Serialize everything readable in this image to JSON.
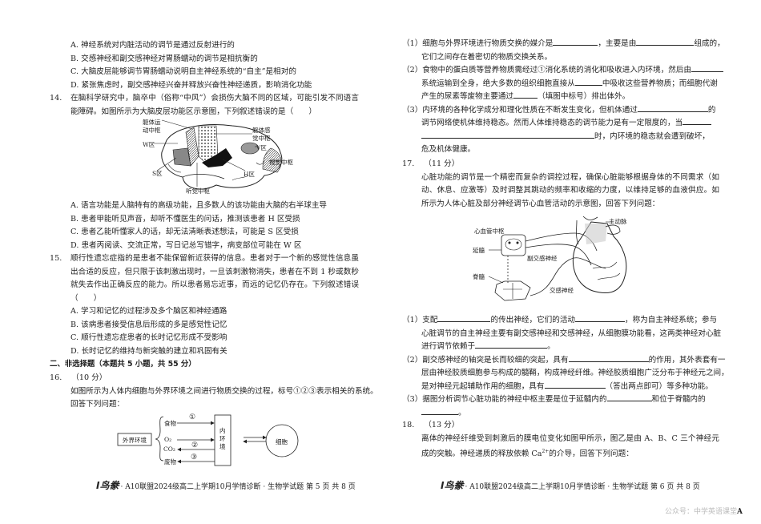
{
  "left_page": {
    "q13_options": [
      "A. 神经系统对内脏活动的调节是通过反射进行的",
      "B. 交感神经和副交感神经对胃肠蠕动的调节是相抗衡的",
      "C. 大脑皮层能够调节胃肠蠕动说明自主神经系统的“自主”是相对的",
      "D. 紧张焦虑时，副交感神经兴奋并释放兴奋性神经递质，影响消化功能"
    ],
    "q14_number": "14.",
    "q14_lines": [
      "在脑科学研究中，脑卒中（俗称“中风”）会损伤大脑不同的区域，可能引发不同语言功",
      "能障碍。如图所示为大脑皮层功能区示意图，下列叙述错误的是（　　）"
    ],
    "brain_labels": {
      "motor": [
        "躯体运",
        "动中枢"
      ],
      "sensory": [
        "躯体感",
        "觉中枢"
      ],
      "w": "W区",
      "v": "V区",
      "visual": "视觉中枢",
      "s": "S区",
      "h": "H区",
      "auditory": "听觉中枢"
    },
    "q14_options": [
      "A. 语言功能是人脑特有的高级功能，且多数人的该功能由大脑的右半球主导",
      "B. 患者甲能听见声音，却听不懂医生的问话，推测该患者 H 区受损",
      "C. 患者乙能听懂家人的话，却无法清晰表述想法，可能是 S 区受损",
      "D. 患者丙阅读、交流正常，写日记总写错字，病变部位可能在 W 区"
    ],
    "q15_number": "15.",
    "q15_lines": [
      "顺行性遗忘症指的是患者不能保留新近获得的信息。患者对于一个新的感觉性信息虽能作",
      "出合适的反应，但只限于该刺激出现时，一旦该刺激物消失，患者在不到 1 秒或数秒钟内",
      "就失去作出正确反应的能力。所以患者易忘近事，而远的记忆仍存在。下列叙述错误的是",
      "（　　）"
    ],
    "q15_options": [
      "A. 学习和记忆的过程涉及多个脑区和神经通路",
      "B. 该病患者接受信息后形成的多是感觉性记忆",
      "C. 顺行性遗忘症患者的长时记忆形成不受影响",
      "D. 长时记忆的维持与新突触的建立和巩固有关"
    ],
    "section2_title": "二、非选择题（本题共 5 小题，共 55 分）",
    "q16_number": "16.",
    "q16_score": "（10 分）",
    "q16_lines": [
      "如图所示为人体内细胞与外界环境之间进行物质交换的过程，标号①②③表示相关的系统。",
      "回答下列问题："
    ],
    "flow": {
      "outside": "外界环境",
      "food": "食物",
      "o2": "O₂",
      "co2": "CO₂",
      "waste": "废物",
      "m1": "①",
      "m2": "②",
      "m3": "③",
      "inner": [
        "内",
        "环",
        "境"
      ],
      "cell": "细胞"
    },
    "footer": {
      "logo_text": "I 鸟豢",
      "text": "· A10联盟2024级高二上学期10月学情诊断 · 生物学试题  第 5 页  共 8 页"
    }
  },
  "right_page": {
    "q16_sub1": [
      "（1）细胞与外界环境进行物质交换的媒介是",
      "，主要是由",
      "组成的，",
      "它们之间存在着密切的物质交换关系。"
    ],
    "q16_sub2": [
      "（2）食物中的蛋白质等营养物质需经过①消化系统的消化和吸收进入内环境，然后由",
      "系统运输到全身，绝大多数的组织细胞直接从",
      "中吸收这些营养物质；而细胞代谢",
      "产生的尿素等废物主要通过",
      "（填图中标号）排出体外。"
    ],
    "q16_sub3": [
      "（3）内环境的各种化学成分和理化性质在不断发生变化，但机体通过",
      "的",
      "调节网络使机体维持稳态。然而人体维持稳态的调节能力是有一定限度的，当",
      "时，内环境的稳态就会遭到破坏，",
      "危及机体健康。"
    ],
    "q17_number": "17.",
    "q17_score": "（11 分）",
    "q17_lines": [
      "心脏功能的调节是一个精密而复杂的调控过程，确保心脏能够根据身体的不同需求（如运",
      "动、休息、应激等）及时调整其跳动的频率和收缩的力度，以维持足够的血液供应。如图",
      "所示为人体心脏及部分神经调节心血管活动的示意图，回答下列问题："
    ],
    "heart_labels": {
      "center": "心血管中枢",
      "medulla": "延髓",
      "parasym": "副交感神经",
      "spinal": "脊髓",
      "sym": "交感神经",
      "aorta": "主动脉"
    },
    "q17_sub1": [
      "（1）支配",
      "的传出神经，它们的活动",
      "，称为自主神经系统；参与",
      "心脏调节的自主神经主要有副交感神经和交感神经，从细胞膜功能看，这两类神经对心脏",
      "进行调节依赖于",
      "。"
    ],
    "q17_sub2": [
      "（2）副交感神经的轴突是长而较细的突起，具有",
      "的作用，其外表套有一",
      "层由神经胶质细胞参与构成的髓鞘，构成神经纤维。神经胶质细胞广泛分布于神经元之间，",
      "是对神经元起辅助作用的细胞，具有",
      "（答出两点即可）等多种功能。"
    ],
    "q17_sub3": [
      "（3）据图分析调节心脏功能的神经中枢主要是位于延髓内的",
      "和位于脊髓内的",
      "。"
    ],
    "q18_number": "18.",
    "q18_score": "（13 分）",
    "q18_lines": [
      "离体的神经纤维受到刺激后的膜电位变化如图甲所示，图乙是由 A、B、C 三个神经元构",
      "成的突触。神经递质的释放依赖 Ca",
      "2+",
      "的介导，回答下列问题："
    ],
    "footer": {
      "logo_text": "I 鸟豢",
      "text": "· A10联盟2024级高二上学期10月学情诊断 · 生物学试题  第 6 页  共 8 页"
    },
    "watermark": "公众号：中学英语课堂",
    "corner_mark": "A"
  }
}
